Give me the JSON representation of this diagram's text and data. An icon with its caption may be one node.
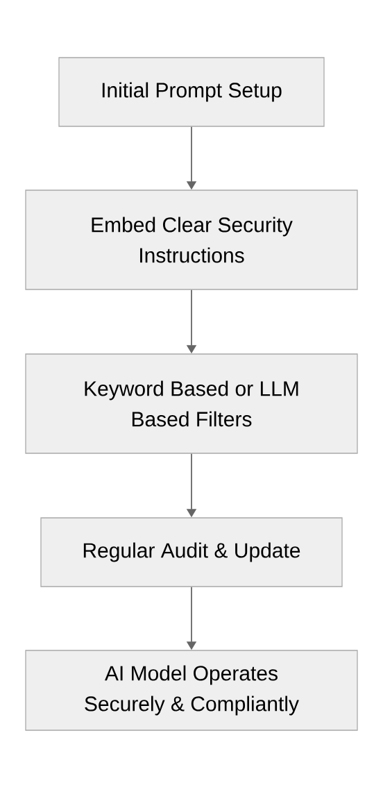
{
  "diagram": {
    "nodes": [
      {
        "text": [
          "Initial Prompt Setup"
        ]
      },
      {
        "text": [
          "Embed Clear Security Instructions"
        ]
      },
      {
        "text": [
          "Keyword Based or LLM Based Filters"
        ]
      },
      {
        "text": [
          "Regular Audit & Update"
        ]
      },
      {
        "text": [
          "AI Model Operates Securely & Compliantly"
        ]
      }
    ],
    "edges": [
      {
        "from": 0,
        "to": 1,
        "arrow": "to"
      },
      {
        "from": 1,
        "to": 2,
        "arrow": "to"
      },
      {
        "from": 2,
        "to": 3,
        "arrow": "to"
      },
      {
        "from": 3,
        "to": 4,
        "arrow": "to"
      }
    ]
  }
}
